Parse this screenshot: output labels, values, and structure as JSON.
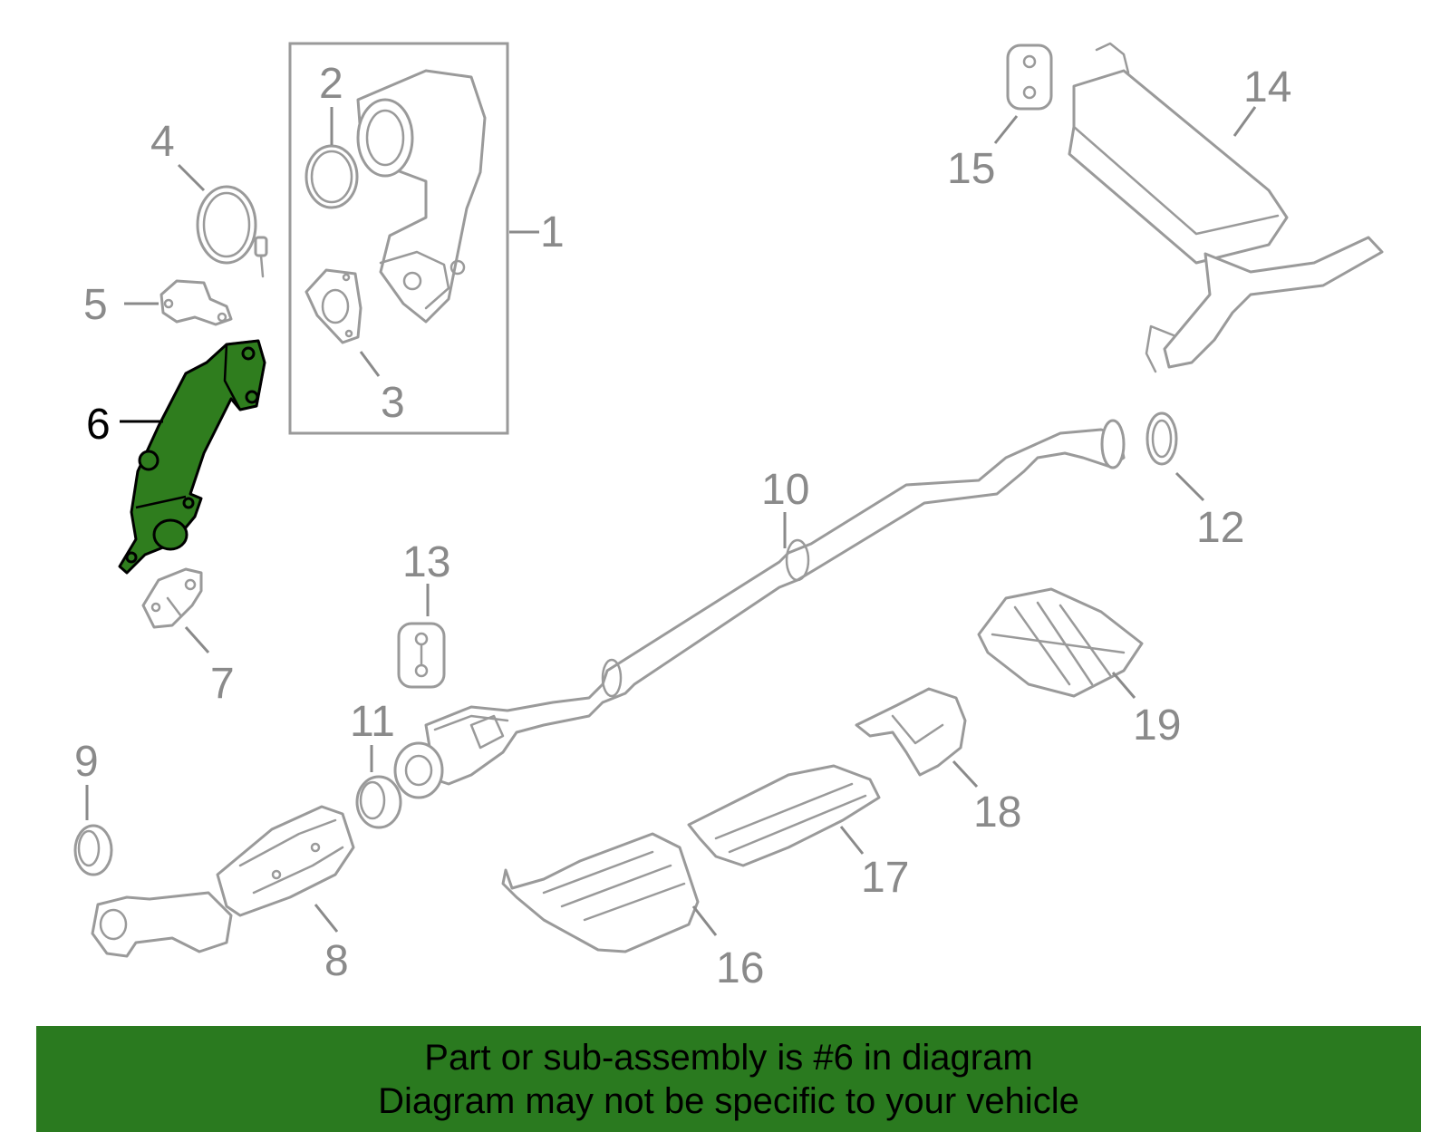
{
  "callouts": [
    {
      "id": "1",
      "label": "1"
    },
    {
      "id": "2",
      "label": "2"
    },
    {
      "id": "3",
      "label": "3"
    },
    {
      "id": "4",
      "label": "4"
    },
    {
      "id": "5",
      "label": "5"
    },
    {
      "id": "6",
      "label": "6"
    },
    {
      "id": "7",
      "label": "7"
    },
    {
      "id": "8",
      "label": "8"
    },
    {
      "id": "9",
      "label": "9"
    },
    {
      "id": "10",
      "label": "10"
    },
    {
      "id": "11",
      "label": "11"
    },
    {
      "id": "12",
      "label": "12"
    },
    {
      "id": "13",
      "label": "13"
    },
    {
      "id": "14",
      "label": "14"
    },
    {
      "id": "15",
      "label": "15"
    },
    {
      "id": "16",
      "label": "16"
    },
    {
      "id": "17",
      "label": "17"
    },
    {
      "id": "18",
      "label": "18"
    },
    {
      "id": "19",
      "label": "19"
    }
  ],
  "highlighted_part": "6",
  "colors": {
    "highlight_fill": "#2f7d1e",
    "banner": "#2a7a1f",
    "line_gray": "#9a9a9a"
  },
  "banner": {
    "line1": "Part or sub-assembly is #6 in diagram",
    "line2": "Diagram may not be specific to your vehicle"
  }
}
